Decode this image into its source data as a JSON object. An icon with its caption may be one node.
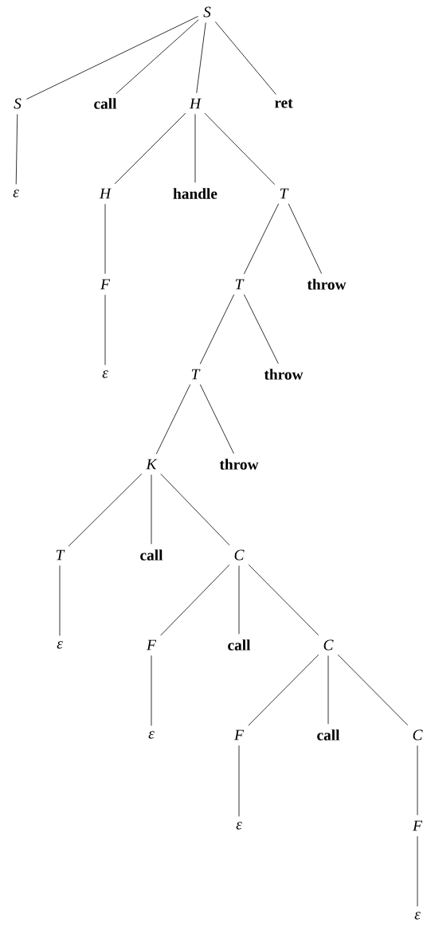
{
  "diagram": {
    "nodes": [
      {
        "text": [
          "S"
        ]
      },
      {
        "text": [
          "S"
        ]
      },
      {
        "text": [
          "call"
        ]
      },
      {
        "text": [
          "H"
        ]
      },
      {
        "text": [
          "ret"
        ]
      },
      {
        "text": [
          "ε"
        ]
      },
      {
        "text": [
          "H"
        ]
      },
      {
        "text": [
          "handle"
        ]
      },
      {
        "text": [
          "T"
        ]
      },
      {
        "text": [
          "F"
        ]
      },
      {
        "text": [
          "T"
        ]
      },
      {
        "text": [
          "throw"
        ]
      },
      {
        "text": [
          "ε"
        ]
      },
      {
        "text": [
          "T"
        ]
      },
      {
        "text": [
          "throw"
        ]
      },
      {
        "text": [
          "K"
        ]
      },
      {
        "text": [
          "throw"
        ]
      },
      {
        "text": [
          "T"
        ]
      },
      {
        "text": [
          "call"
        ]
      },
      {
        "text": [
          "C"
        ]
      },
      {
        "text": [
          "ε"
        ]
      },
      {
        "text": [
          "F"
        ]
      },
      {
        "text": [
          "call"
        ]
      },
      {
        "text": [
          "C"
        ]
      },
      {
        "text": [
          "ε"
        ]
      },
      {
        "text": [
          "F"
        ]
      },
      {
        "text": [
          "call"
        ]
      },
      {
        "text": [
          "C"
        ]
      },
      {
        "text": [
          "ε"
        ]
      },
      {
        "text": [
          "F"
        ]
      },
      {
        "text": [
          "ε"
        ]
      }
    ],
    "edges": [
      {
        "from": 0,
        "to": 1,
        "arrow": "none"
      },
      {
        "from": 0,
        "to": 2,
        "arrow": "none"
      },
      {
        "from": 0,
        "to": 3,
        "arrow": "none"
      },
      {
        "from": 0,
        "to": 4,
        "arrow": "none"
      },
      {
        "from": 1,
        "to": 5,
        "arrow": "none"
      },
      {
        "from": 3,
        "to": 6,
        "arrow": "none"
      },
      {
        "from": 3,
        "to": 7,
        "arrow": "none"
      },
      {
        "from": 3,
        "to": 8,
        "arrow": "none"
      },
      {
        "from": 6,
        "to": 9,
        "arrow": "none"
      },
      {
        "from": 8,
        "to": 10,
        "arrow": "none"
      },
      {
        "from": 8,
        "to": 11,
        "arrow": "none"
      },
      {
        "from": 9,
        "to": 12,
        "arrow": "none"
      },
      {
        "from": 10,
        "to": 13,
        "arrow": "none"
      },
      {
        "from": 10,
        "to": 14,
        "arrow": "none"
      },
      {
        "from": 13,
        "to": 15,
        "arrow": "none"
      },
      {
        "from": 13,
        "to": 16,
        "arrow": "none"
      },
      {
        "from": 15,
        "to": 17,
        "arrow": "none"
      },
      {
        "from": 15,
        "to": 18,
        "arrow": "none"
      },
      {
        "from": 15,
        "to": 19,
        "arrow": "none"
      },
      {
        "from": 17,
        "to": 20,
        "arrow": "none"
      },
      {
        "from": 19,
        "to": 21,
        "arrow": "none"
      },
      {
        "from": 19,
        "to": 22,
        "arrow": "none"
      },
      {
        "from": 19,
        "to": 23,
        "arrow": "none"
      },
      {
        "from": 21,
        "to": 24,
        "arrow": "none"
      },
      {
        "from": 23,
        "to": 25,
        "arrow": "none"
      },
      {
        "from": 23,
        "to": 26,
        "arrow": "none"
      },
      {
        "from": 23,
        "to": 27,
        "arrow": "none"
      },
      {
        "from": 25,
        "to": 28,
        "arrow": "none"
      },
      {
        "from": 27,
        "to": 29,
        "arrow": "none"
      },
      {
        "from": 29,
        "to": 30,
        "arrow": "none"
      }
    ]
  }
}
